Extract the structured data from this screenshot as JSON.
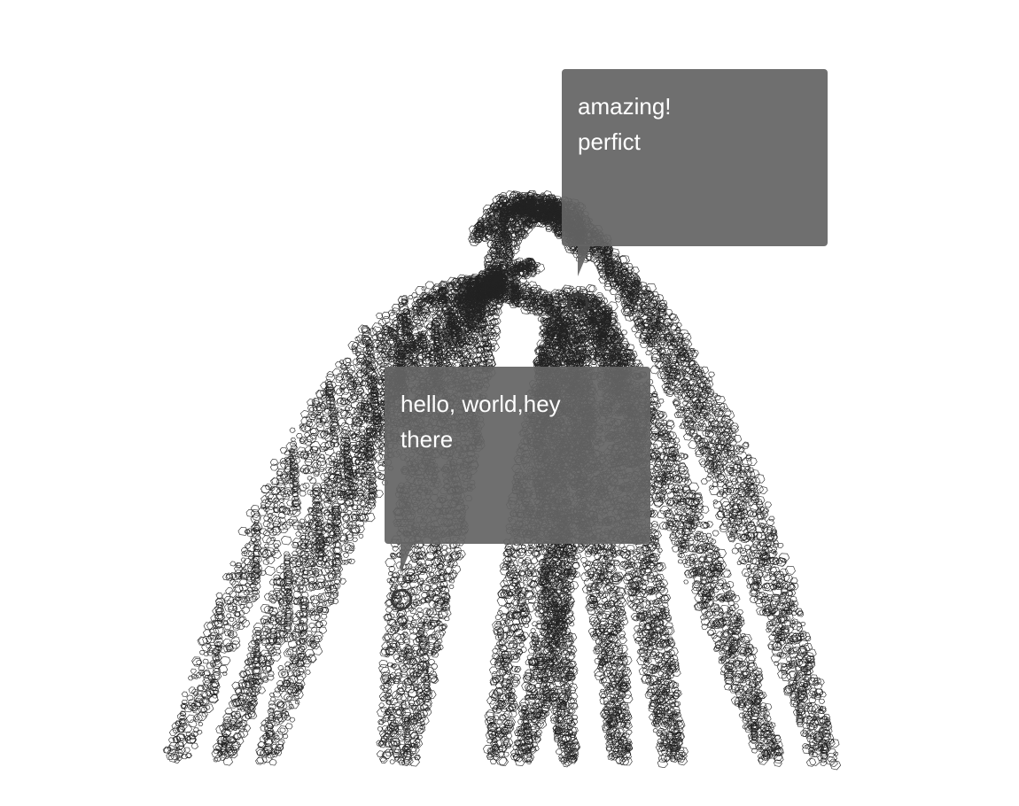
{
  "annotations": [
    {
      "id": "top",
      "lines": [
        "amazing!",
        "perfict"
      ]
    },
    {
      "id": "bottom",
      "lines": [
        "hello, world,hey",
        "there"
      ]
    }
  ],
  "colors": {
    "background": "#ffffff",
    "mesh_stroke": "#222222",
    "tooltip_bg": "#646464",
    "tooltip_text": "#ffffff",
    "marker": "#3a3a3a"
  },
  "icons": {
    "annotation_marker": "ring-marker-icon"
  }
}
